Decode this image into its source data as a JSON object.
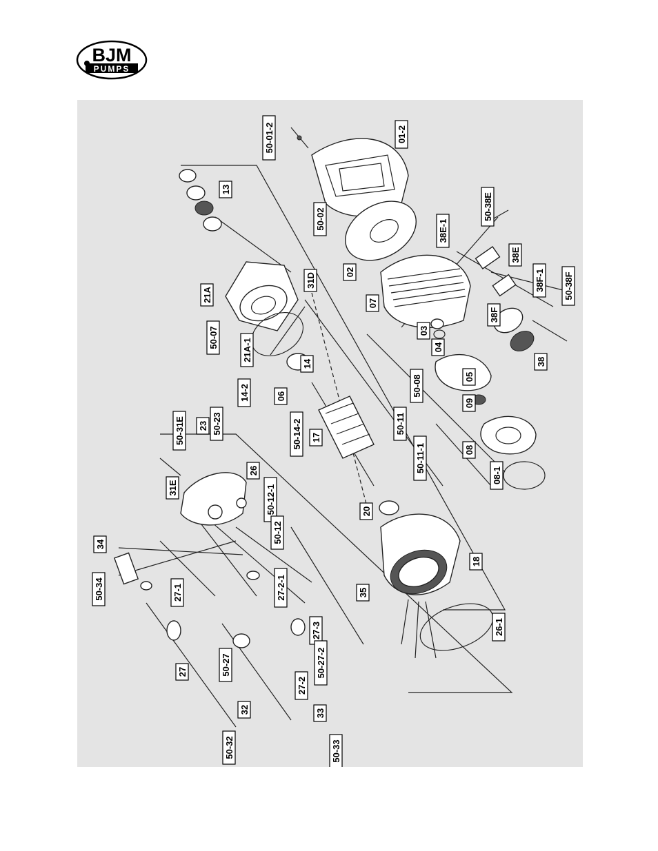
{
  "logo": {
    "line1": "BJM",
    "line2": "PUMPS"
  },
  "labels": [
    {
      "id": "50-01-2",
      "text": "50-01-2"
    },
    {
      "id": "01-2",
      "text": "01-2"
    },
    {
      "id": "13",
      "text": "13"
    },
    {
      "id": "50-02",
      "text": "50-02"
    },
    {
      "id": "02",
      "text": "02"
    },
    {
      "id": "50-38E",
      "text": "50-38E"
    },
    {
      "id": "38E-1",
      "text": "38E-1"
    },
    {
      "id": "38E",
      "text": "38E"
    },
    {
      "id": "38F-1",
      "text": "38F-1"
    },
    {
      "id": "50-38F",
      "text": "50-38F"
    },
    {
      "id": "21A",
      "text": "21A"
    },
    {
      "id": "31D",
      "text": "31D"
    },
    {
      "id": "07",
      "text": "07"
    },
    {
      "id": "38F",
      "text": "38F"
    },
    {
      "id": "50-07",
      "text": "50-07"
    },
    {
      "id": "21A-1",
      "text": "21A-1"
    },
    {
      "id": "03",
      "text": "03"
    },
    {
      "id": "04",
      "text": "04"
    },
    {
      "id": "14",
      "text": "14"
    },
    {
      "id": "38",
      "text": "38"
    },
    {
      "id": "05",
      "text": "05"
    },
    {
      "id": "50-08",
      "text": "50-08"
    },
    {
      "id": "14-2",
      "text": "14-2"
    },
    {
      "id": "06",
      "text": "06"
    },
    {
      "id": "09",
      "text": "09"
    },
    {
      "id": "50-31E",
      "text": "50-31E"
    },
    {
      "id": "23",
      "text": "23"
    },
    {
      "id": "50-23",
      "text": "50-23"
    },
    {
      "id": "50-14-2",
      "text": "50-14-2"
    },
    {
      "id": "50-11",
      "text": "50-11"
    },
    {
      "id": "17",
      "text": "17"
    },
    {
      "id": "50-11-1",
      "text": "50-11-1"
    },
    {
      "id": "08",
      "text": "08"
    },
    {
      "id": "08-1",
      "text": "08-1"
    },
    {
      "id": "31E",
      "text": "31E"
    },
    {
      "id": "26",
      "text": "26"
    },
    {
      "id": "50-12-1",
      "text": "50-12-1"
    },
    {
      "id": "50-12",
      "text": "50-12"
    },
    {
      "id": "20",
      "text": "20"
    },
    {
      "id": "34",
      "text": "34"
    },
    {
      "id": "18",
      "text": "18"
    },
    {
      "id": "50-34",
      "text": "50-34"
    },
    {
      "id": "27-1",
      "text": "27-1"
    },
    {
      "id": "27-2-1",
      "text": "27-2-1"
    },
    {
      "id": "35",
      "text": "35"
    },
    {
      "id": "26-1",
      "text": "26-1"
    },
    {
      "id": "27-3",
      "text": "27-3"
    },
    {
      "id": "27",
      "text": "27"
    },
    {
      "id": "50-27",
      "text": "50-27"
    },
    {
      "id": "50-27-2",
      "text": "50-27-2"
    },
    {
      "id": "27-2",
      "text": "27-2"
    },
    {
      "id": "32",
      "text": "32"
    },
    {
      "id": "33",
      "text": "33"
    },
    {
      "id": "50-32",
      "text": "50-32"
    },
    {
      "id": "50-33",
      "text": "50-33"
    }
  ]
}
